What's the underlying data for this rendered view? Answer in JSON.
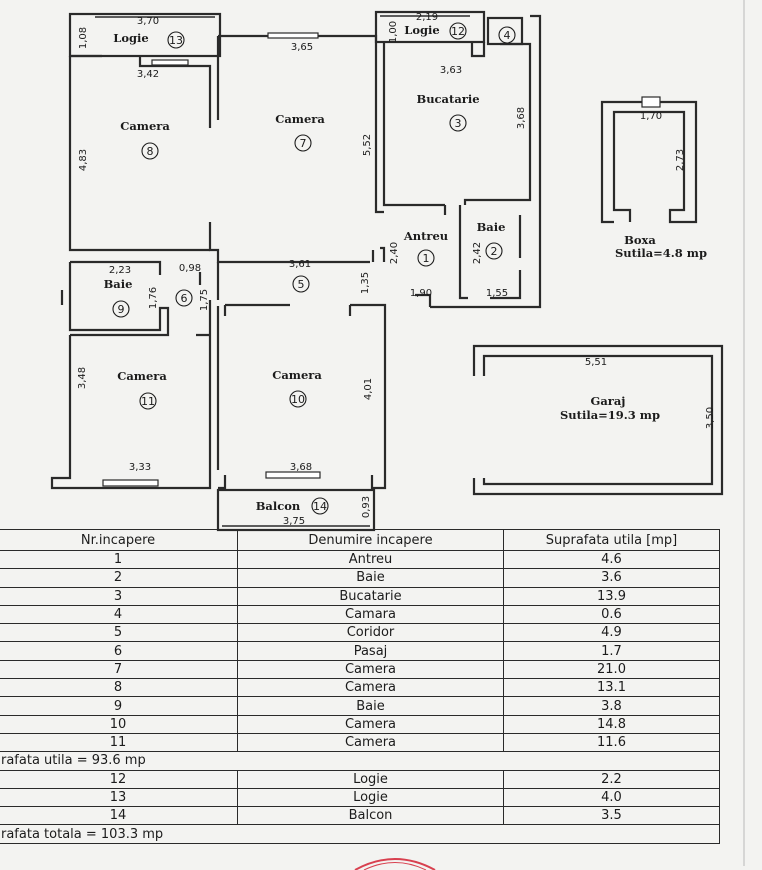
{
  "plan": {
    "rooms": [
      {
        "name": "Logie",
        "num": "13"
      },
      {
        "name": "Camera",
        "num": "8"
      },
      {
        "name": "Camera",
        "num": "7"
      },
      {
        "name": "Logie",
        "num": "12"
      },
      {
        "name": "Bucatarie",
        "num": "3"
      },
      {
        "name": "Antreu",
        "num": "1"
      },
      {
        "name": "Baie",
        "num": "2"
      },
      {
        "name": "Baie",
        "num": "9"
      },
      {
        "name": "Camera",
        "num": "11"
      },
      {
        "name": "Camera",
        "num": "10"
      },
      {
        "name": "Balcon",
        "num": "14"
      }
    ],
    "extra_nums": [
      "4",
      "5",
      "6"
    ],
    "dims": [
      "3,70",
      "1,08",
      "3,65",
      "3,42",
      "4,83",
      "5,52",
      "2,19",
      "1,00",
      "3,63",
      "3,68",
      "2,40",
      "2,42",
      "1,90",
      "1,55",
      "2,23",
      "0,98",
      "3,61",
      "1,35",
      "1,76",
      "1,75",
      "3,48",
      "4,01",
      "3,33",
      "3,68",
      "3,75",
      "0,93",
      "1,70",
      "2,73",
      "5,51",
      "3,50"
    ],
    "boxa": {
      "title": "Boxa",
      "area": "Sutila=4.8 mp"
    },
    "garaj": {
      "title": "Garaj",
      "area": "Sutila=19.3 mp"
    }
  },
  "table": {
    "headers": [
      "Nr.incapere",
      "Denumire incapere",
      "Suprafata  utila  [mp]"
    ],
    "rows": [
      [
        "1",
        "Antreu",
        "4.6"
      ],
      [
        "2",
        "Baie",
        "3.6"
      ],
      [
        "3",
        "Bucatarie",
        "13.9"
      ],
      [
        "4",
        "Camara",
        "0.6"
      ],
      [
        "5",
        "Coridor",
        "4.9"
      ],
      [
        "6",
        "Pasaj",
        "1.7"
      ],
      [
        "7",
        "Camera",
        "21.0"
      ],
      [
        "8",
        "Camera",
        "13.1"
      ],
      [
        "9",
        "Baie",
        "3.8"
      ],
      [
        "10",
        "Camera",
        "14.8"
      ],
      [
        "11",
        "Camera",
        "11.6"
      ]
    ],
    "utila": "rafata utila  =  93.6  mp",
    "rows2": [
      [
        "12",
        "Logie",
        "2.2"
      ],
      [
        "13",
        "Logie",
        "4.0"
      ],
      [
        "14",
        "Balcon",
        "3.5"
      ]
    ],
    "totala": "rafata totala  =  103.3  mp"
  }
}
